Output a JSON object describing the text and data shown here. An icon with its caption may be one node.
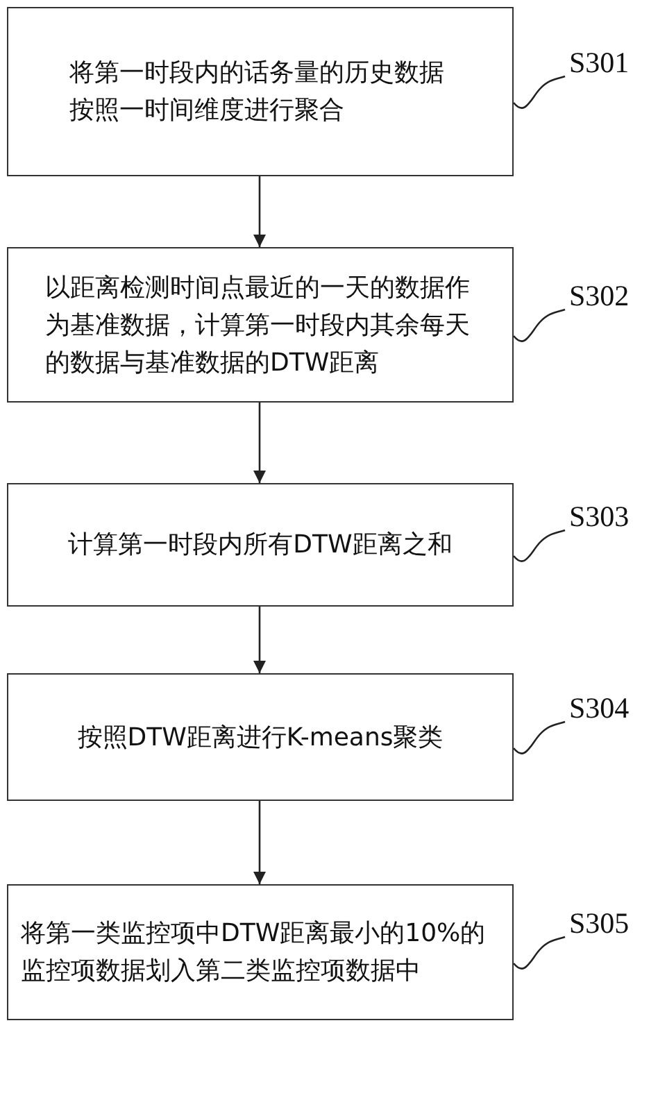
{
  "diagram": {
    "nodes": [
      {
        "text": [
          "将第一时段内的话务量的历史数据按照一时间维度进行聚合"
        ]
      },
      {
        "text": [
          "以距离检测时间点最近的一天的数据作为基准数据，计算第一时段内其余每天的数据与基准数据的DTW距离"
        ]
      },
      {
        "text": [
          "计算第一时段内所有DTW距离之和"
        ]
      },
      {
        "text": [
          "按照DTW距离进行K-means聚类"
        ]
      },
      {
        "text": [
          "将第一类监控项中DTW距离最小的10%的监控项数据划入第二类监控项数据中"
        ]
      },
      {
        "text": [
          "S301"
        ]
      },
      {
        "text": [
          "S302"
        ]
      },
      {
        "text": [
          "S303"
        ]
      },
      {
        "text": [
          "S304"
        ]
      },
      {
        "text": [
          "S305"
        ]
      }
    ],
    "edges": [
      {
        "from": 0,
        "to": 1,
        "arrow": "to"
      },
      {
        "from": 1,
        "to": 2,
        "arrow": "to"
      },
      {
        "from": 2,
        "to": 3,
        "arrow": "to"
      },
      {
        "from": 3,
        "to": 4,
        "arrow": "to"
      },
      {
        "from": 5,
        "to": 0,
        "arrow": "none"
      },
      {
        "from": 6,
        "to": 1,
        "arrow": "none"
      },
      {
        "from": 7,
        "to": 2,
        "arrow": "none"
      },
      {
        "from": 8,
        "to": 3,
        "arrow": "none"
      },
      {
        "from": 9,
        "to": 4,
        "arrow": "none"
      }
    ]
  }
}
